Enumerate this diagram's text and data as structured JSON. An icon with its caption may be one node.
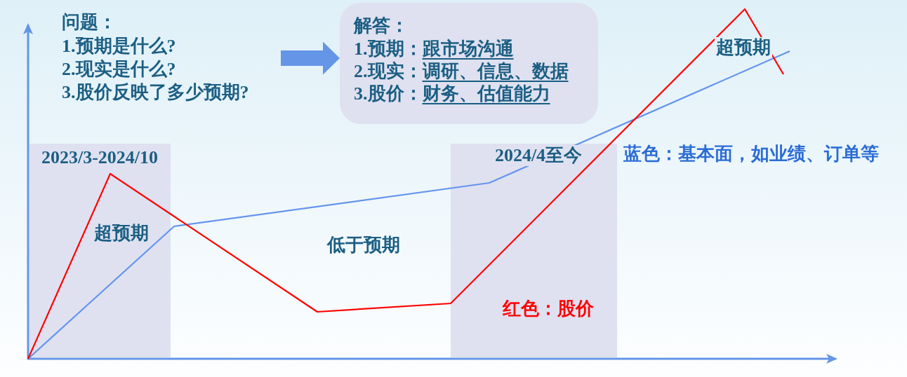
{
  "diagram": {
    "nodes": [
      {
        "text": [
          "问题：",
          "1.预期是什么?",
          "2.现实是什么?",
          "3.股价反映了多少预期?"
        ]
      },
      {
        "text": [
          "解答：",
          "1.预期：跟市场沟通",
          "2.现实：调研、信息、数据",
          "3.股价：财务、估值能力"
        ]
      },
      {
        "text": [
          "2023/3-2024/10",
          "超预期"
        ]
      },
      {
        "text": [
          "2024/4至今"
        ]
      }
    ],
    "edges": [
      {
        "from": 0,
        "to": 1,
        "arrow": "to"
      }
    ],
    "labels": [
      "超预期",
      "蓝色：基本面，如业绩、订单等",
      "低于预期",
      "红色：股价"
    ]
  }
}
